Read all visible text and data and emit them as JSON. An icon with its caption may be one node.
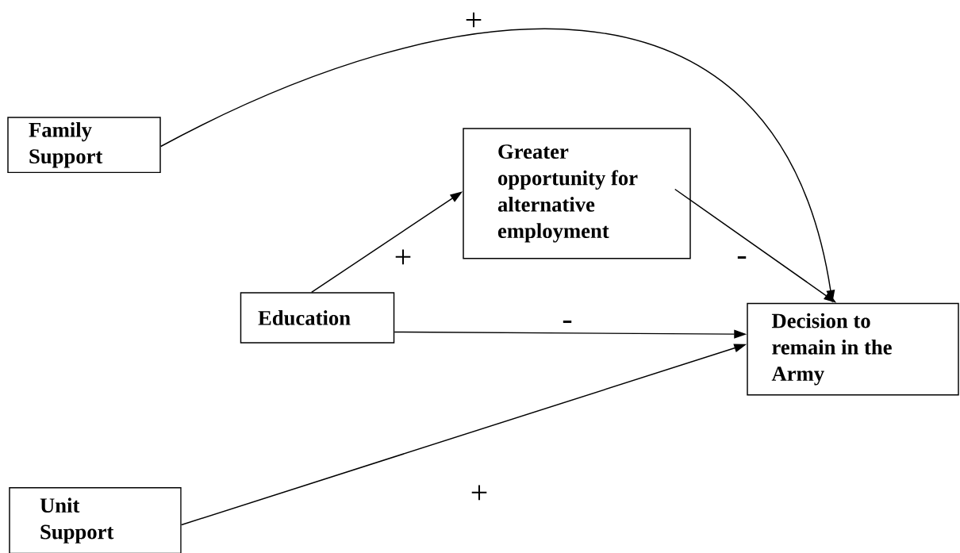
{
  "diagram": {
    "nodes": [
      {
        "text": [
          "Family Support"
        ]
      },
      {
        "text": [
          "Greater opportunity for alternative employment"
        ]
      },
      {
        "text": [
          "Education"
        ]
      },
      {
        "text": [
          "Decision to remain in the Army"
        ]
      },
      {
        "text": [
          "Unit Support"
        ]
      }
    ],
    "edges": [
      {
        "from": 0,
        "to": 3,
        "arrow": "to",
        "label": "+"
      },
      {
        "from": 2,
        "to": 1,
        "arrow": "to",
        "label": "+"
      },
      {
        "from": 1,
        "to": 3,
        "arrow": "to",
        "label": "-"
      },
      {
        "from": 2,
        "to": 3,
        "arrow": "to",
        "label": "-"
      },
      {
        "from": 4,
        "to": 3,
        "arrow": "to",
        "label": "+"
      }
    ]
  }
}
